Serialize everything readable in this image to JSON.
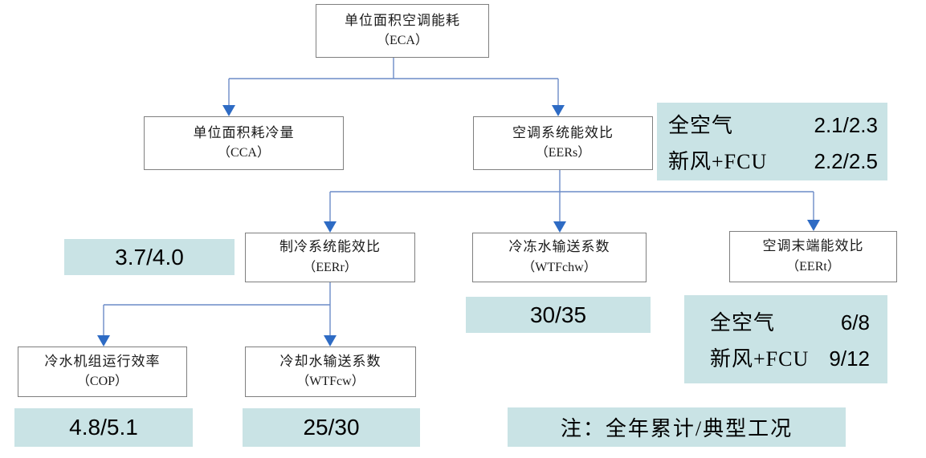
{
  "colors": {
    "connector_line": "#6b8cc7",
    "arrowhead": "#2e6bc4",
    "teal_fill": "#c9e3e5",
    "box_border": "#7f7f7f"
  },
  "nodes": {
    "eca": {
      "line1": "单位面积空调能耗",
      "line2": "（ECA）"
    },
    "cca": {
      "line1": "单位面积耗冷量",
      "line2": "（CCA）"
    },
    "eers": {
      "line1": "空调系统能效比",
      "line2": "（EERs）"
    },
    "eerr": {
      "line1": "制冷系统能效比",
      "line2": "（EERr）"
    },
    "wtfchw": {
      "line1": "冷冻水输送系数",
      "line2": "（WTFchw）"
    },
    "eert": {
      "line1": "空调末端能效比",
      "line2": "（EERt）"
    },
    "cop": {
      "line1": "冷水机组运行效率",
      "line2": "（COP）"
    },
    "wtfcw": {
      "line1": "冷却水输送系数",
      "line2": "（WTFcw）"
    }
  },
  "badges": {
    "eers_system": {
      "rows": [
        {
          "label": "全空气",
          "value": "2.1/2.3"
        },
        {
          "label": "新风+FCU",
          "value": "2.2/2.5"
        }
      ]
    },
    "eerr": {
      "value": "3.7/4.0"
    },
    "wtfchw": {
      "value": "30/35"
    },
    "eert_terminal": {
      "rows": [
        {
          "label": "全空气",
          "value": "6/8"
        },
        {
          "label": "新风+FCU",
          "value": "9/12"
        }
      ]
    },
    "cop": {
      "value": "4.8/5.1"
    },
    "wtfcw": {
      "value": "25/30"
    },
    "note": {
      "value": "注：全年累计/典型工况"
    }
  }
}
